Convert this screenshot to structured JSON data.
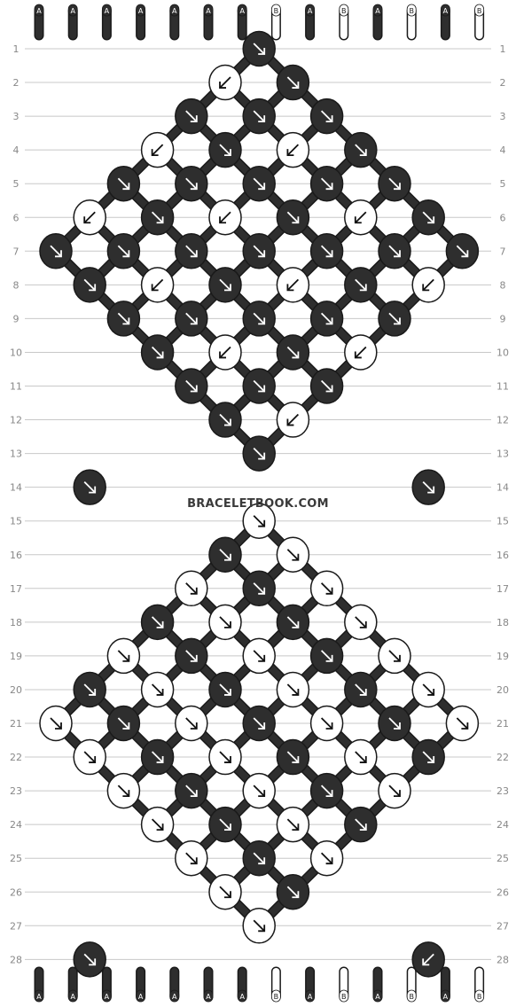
{
  "colors": {
    "A": "#2e2e2e",
    "B": "#ffffff",
    "outline": "#1a1a1a",
    "grid": "#c8c8c8",
    "label": "#888888"
  },
  "strings_top": [
    "A",
    "A",
    "A",
    "A",
    "A",
    "A",
    "A",
    "B",
    "A",
    "B",
    "A",
    "B",
    "A",
    "B"
  ],
  "strings_bottom": [
    "A",
    "A",
    "A",
    "A",
    "A",
    "A",
    "A",
    "B",
    "A",
    "B",
    "A",
    "B",
    "A",
    "B"
  ],
  "row_numbers": [
    "1",
    "2",
    "3",
    "4",
    "5",
    "6",
    "7",
    "8",
    "9",
    "10",
    "11",
    "12",
    "13",
    "14",
    "15",
    "16",
    "17",
    "18",
    "19",
    "20",
    "21",
    "22",
    "23",
    "24",
    "25",
    "26",
    "27",
    "28"
  ],
  "watermark": "BRACELETBOOK.COM",
  "knots": [
    {
      "row": 1,
      "pos": 6,
      "color": "A",
      "dir": "right"
    },
    {
      "row": 2,
      "pos": 5,
      "color": "B",
      "dir": "left"
    },
    {
      "row": 2,
      "pos": 7,
      "color": "A",
      "dir": "right"
    },
    {
      "row": 3,
      "pos": 4,
      "color": "A",
      "dir": "right"
    },
    {
      "row": 3,
      "pos": 6,
      "color": "A",
      "dir": "right"
    },
    {
      "row": 3,
      "pos": 8,
      "color": "A",
      "dir": "right"
    },
    {
      "row": 4,
      "pos": 3,
      "color": "B",
      "dir": "left"
    },
    {
      "row": 4,
      "pos": 5,
      "color": "A",
      "dir": "right"
    },
    {
      "row": 4,
      "pos": 7,
      "color": "B",
      "dir": "left"
    },
    {
      "row": 4,
      "pos": 9,
      "color": "A",
      "dir": "right"
    },
    {
      "row": 5,
      "pos": 2,
      "color": "A",
      "dir": "right"
    },
    {
      "row": 5,
      "pos": 4,
      "color": "A",
      "dir": "right"
    },
    {
      "row": 5,
      "pos": 6,
      "color": "A",
      "dir": "right"
    },
    {
      "row": 5,
      "pos": 8,
      "color": "A",
      "dir": "right"
    },
    {
      "row": 5,
      "pos": 10,
      "color": "A",
      "dir": "right"
    },
    {
      "row": 6,
      "pos": 1,
      "color": "B",
      "dir": "left"
    },
    {
      "row": 6,
      "pos": 3,
      "color": "A",
      "dir": "right"
    },
    {
      "row": 6,
      "pos": 5,
      "color": "B",
      "dir": "left"
    },
    {
      "row": 6,
      "pos": 7,
      "color": "A",
      "dir": "right"
    },
    {
      "row": 6,
      "pos": 9,
      "color": "B",
      "dir": "left"
    },
    {
      "row": 6,
      "pos": 11,
      "color": "A",
      "dir": "right"
    },
    {
      "row": 7,
      "pos": 0,
      "color": "A",
      "dir": "right"
    },
    {
      "row": 7,
      "pos": 2,
      "color": "A",
      "dir": "right"
    },
    {
      "row": 7,
      "pos": 4,
      "color": "A",
      "dir": "right"
    },
    {
      "row": 7,
      "pos": 6,
      "color": "A",
      "dir": "right"
    },
    {
      "row": 7,
      "pos": 8,
      "color": "A",
      "dir": "right"
    },
    {
      "row": 7,
      "pos": 10,
      "color": "A",
      "dir": "right"
    },
    {
      "row": 7,
      "pos": 12,
      "color": "A",
      "dir": "right"
    },
    {
      "row": 8,
      "pos": 1,
      "color": "A",
      "dir": "right"
    },
    {
      "row": 8,
      "pos": 3,
      "color": "B",
      "dir": "left"
    },
    {
      "row": 8,
      "pos": 5,
      "color": "A",
      "dir": "right"
    },
    {
      "row": 8,
      "pos": 7,
      "color": "B",
      "dir": "left"
    },
    {
      "row": 8,
      "pos": 9,
      "color": "A",
      "dir": "right"
    },
    {
      "row": 8,
      "pos": 11,
      "color": "B",
      "dir": "left"
    },
    {
      "row": 9,
      "pos": 2,
      "color": "A",
      "dir": "right"
    },
    {
      "row": 9,
      "pos": 4,
      "color": "A",
      "dir": "right"
    },
    {
      "row": 9,
      "pos": 6,
      "color": "A",
      "dir": "right"
    },
    {
      "row": 9,
      "pos": 8,
      "color": "A",
      "dir": "right"
    },
    {
      "row": 9,
      "pos": 10,
      "color": "A",
      "dir": "right"
    },
    {
      "row": 10,
      "pos": 3,
      "color": "A",
      "dir": "right"
    },
    {
      "row": 10,
      "pos": 5,
      "color": "B",
      "dir": "left"
    },
    {
      "row": 10,
      "pos": 7,
      "color": "A",
      "dir": "right"
    },
    {
      "row": 10,
      "pos": 9,
      "color": "B",
      "dir": "left"
    },
    {
      "row": 11,
      "pos": 4,
      "color": "A",
      "dir": "right"
    },
    {
      "row": 11,
      "pos": 6,
      "color": "A",
      "dir": "right"
    },
    {
      "row": 11,
      "pos": 8,
      "color": "A",
      "dir": "right"
    },
    {
      "row": 12,
      "pos": 5,
      "color": "A",
      "dir": "right"
    },
    {
      "row": 12,
      "pos": 7,
      "color": "B",
      "dir": "left"
    },
    {
      "row": 13,
      "pos": 6,
      "color": "A",
      "dir": "right"
    },
    {
      "row": 14,
      "pos": 1,
      "color": "A",
      "dir": "right"
    },
    {
      "row": 14,
      "pos": 11,
      "color": "A",
      "dir": "right"
    },
    {
      "row": 15,
      "pos": 6,
      "color": "B",
      "dir": "right"
    },
    {
      "row": 16,
      "pos": 5,
      "color": "A",
      "dir": "right"
    },
    {
      "row": 16,
      "pos": 7,
      "color": "B",
      "dir": "right"
    },
    {
      "row": 17,
      "pos": 4,
      "color": "B",
      "dir": "right"
    },
    {
      "row": 17,
      "pos": 6,
      "color": "A",
      "dir": "right"
    },
    {
      "row": 17,
      "pos": 8,
      "color": "B",
      "dir": "right"
    },
    {
      "row": 18,
      "pos": 3,
      "color": "A",
      "dir": "right"
    },
    {
      "row": 18,
      "pos": 5,
      "color": "B",
      "dir": "right"
    },
    {
      "row": 18,
      "pos": 7,
      "color": "A",
      "dir": "right"
    },
    {
      "row": 18,
      "pos": 9,
      "color": "B",
      "dir": "right"
    },
    {
      "row": 19,
      "pos": 2,
      "color": "B",
      "dir": "right"
    },
    {
      "row": 19,
      "pos": 4,
      "color": "A",
      "dir": "right"
    },
    {
      "row": 19,
      "pos": 6,
      "color": "B",
      "dir": "right"
    },
    {
      "row": 19,
      "pos": 8,
      "color": "A",
      "dir": "right"
    },
    {
      "row": 19,
      "pos": 10,
      "color": "B",
      "dir": "right"
    },
    {
      "row": 20,
      "pos": 1,
      "color": "A",
      "dir": "right"
    },
    {
      "row": 20,
      "pos": 3,
      "color": "B",
      "dir": "right"
    },
    {
      "row": 20,
      "pos": 5,
      "color": "A",
      "dir": "right"
    },
    {
      "row": 20,
      "pos": 7,
      "color": "B",
      "dir": "right"
    },
    {
      "row": 20,
      "pos": 9,
      "color": "A",
      "dir": "right"
    },
    {
      "row": 20,
      "pos": 11,
      "color": "B",
      "dir": "right"
    },
    {
      "row": 21,
      "pos": 0,
      "color": "B",
      "dir": "right"
    },
    {
      "row": 21,
      "pos": 2,
      "color": "A",
      "dir": "right"
    },
    {
      "row": 21,
      "pos": 4,
      "color": "B",
      "dir": "right"
    },
    {
      "row": 21,
      "pos": 6,
      "color": "A",
      "dir": "right"
    },
    {
      "row": 21,
      "pos": 8,
      "color": "B",
      "dir": "right"
    },
    {
      "row": 21,
      "pos": 10,
      "color": "A",
      "dir": "right"
    },
    {
      "row": 21,
      "pos": 12,
      "color": "B",
      "dir": "right"
    },
    {
      "row": 22,
      "pos": 1,
      "color": "B",
      "dir": "right"
    },
    {
      "row": 22,
      "pos": 3,
      "color": "A",
      "dir": "right"
    },
    {
      "row": 22,
      "pos": 5,
      "color": "B",
      "dir": "right"
    },
    {
      "row": 22,
      "pos": 7,
      "color": "A",
      "dir": "right"
    },
    {
      "row": 22,
      "pos": 9,
      "color": "B",
      "dir": "right"
    },
    {
      "row": 22,
      "pos": 11,
      "color": "A",
      "dir": "right"
    },
    {
      "row": 23,
      "pos": 2,
      "color": "B",
      "dir": "right"
    },
    {
      "row": 23,
      "pos": 4,
      "color": "A",
      "dir": "right"
    },
    {
      "row": 23,
      "pos": 6,
      "color": "B",
      "dir": "right"
    },
    {
      "row": 23,
      "pos": 8,
      "color": "A",
      "dir": "right"
    },
    {
      "row": 23,
      "pos": 10,
      "color": "B",
      "dir": "right"
    },
    {
      "row": 24,
      "pos": 3,
      "color": "B",
      "dir": "right"
    },
    {
      "row": 24,
      "pos": 5,
      "color": "A",
      "dir": "right"
    },
    {
      "row": 24,
      "pos": 7,
      "color": "B",
      "dir": "right"
    },
    {
      "row": 24,
      "pos": 9,
      "color": "A",
      "dir": "right"
    },
    {
      "row": 25,
      "pos": 4,
      "color": "B",
      "dir": "right"
    },
    {
      "row": 25,
      "pos": 6,
      "color": "A",
      "dir": "right"
    },
    {
      "row": 25,
      "pos": 8,
      "color": "B",
      "dir": "right"
    },
    {
      "row": 26,
      "pos": 5,
      "color": "B",
      "dir": "right"
    },
    {
      "row": 26,
      "pos": 7,
      "color": "A",
      "dir": "right"
    },
    {
      "row": 27,
      "pos": 6,
      "color": "B",
      "dir": "right"
    },
    {
      "row": 28,
      "pos": 1,
      "color": "A",
      "dir": "right"
    },
    {
      "row": 28,
      "pos": 11,
      "color": "A",
      "dir": "left"
    }
  ]
}
